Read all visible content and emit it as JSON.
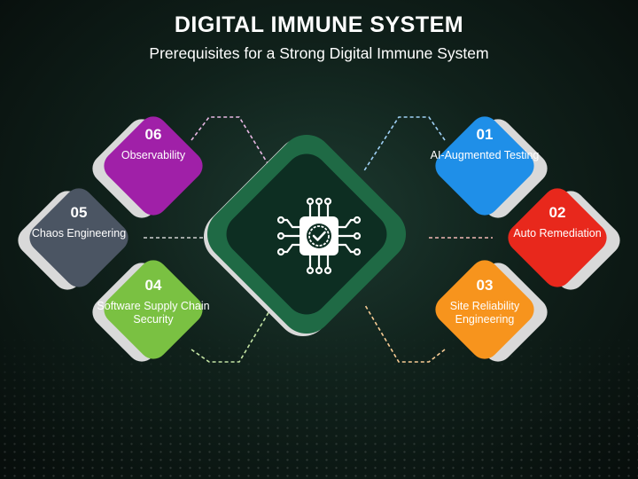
{
  "header": {
    "title": "DIGITAL IMMUNE SYSTEM",
    "subtitle": "Prerequisites for a Strong Digital Immune System"
  },
  "center": {
    "icon": "ai-chip-check-icon",
    "color": "#1f6a45"
  },
  "items": [
    {
      "number": "01",
      "label": "AI-Augmented Testing",
      "color": "#1f8fe8"
    },
    {
      "number": "02",
      "label": "Auto Remediation",
      "color": "#e8281c"
    },
    {
      "number": "03",
      "label": "Site Reliability Engineering",
      "color": "#f7941d"
    },
    {
      "number": "04",
      "label": "Software Supply Chain Security",
      "color": "#7ac142"
    },
    {
      "number": "05",
      "label": "Chaos Engineering",
      "color": "#4b5563"
    },
    {
      "number": "06",
      "label": "Observability",
      "color": "#a020a8"
    }
  ]
}
